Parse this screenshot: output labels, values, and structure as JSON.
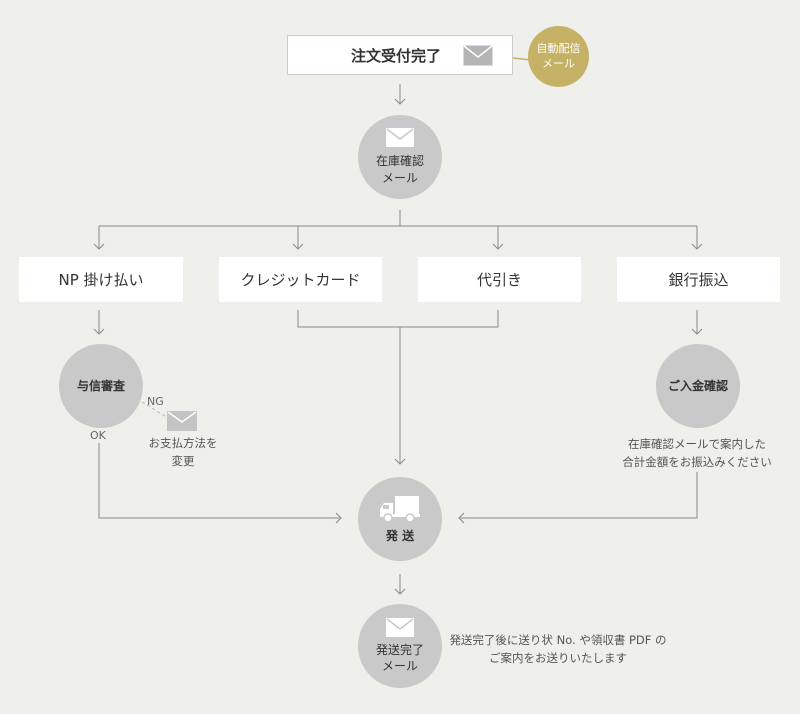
{
  "nodes": {
    "order_complete": "注文受付完了",
    "auto_mail_1": "自動配信",
    "auto_mail_2": "メール",
    "stock_confirm_1": "在庫確認",
    "stock_confirm_2": "メール",
    "np_payment": "NP 掛け払い",
    "credit_card": "クレジットカード",
    "cash_on_delivery": "代引き",
    "bank_transfer": "銀行振込",
    "credit_review": "与信審査",
    "payment_confirm": "ご入金確認",
    "shipping": "発 送",
    "shipped_1": "発送完了",
    "shipped_2": "メール"
  },
  "labels": {
    "ng": "NG",
    "ok": "OK"
  },
  "notes": {
    "change_method_1": "お支払方法を",
    "change_method_2": "変更",
    "transfer_note_1": "在庫確認メールで案内した",
    "transfer_note_2": "合計金額をお振込みください",
    "shipped_note_1": "発送完了後に送り状 No. や領収書 PDF の",
    "shipped_note_2": "ご案内をお送りいたします"
  },
  "colors": {
    "background": "#efefeb",
    "box": "#ffffff",
    "circle": "#c9c9c9",
    "gold": "#c5b266",
    "line": "#8a8a8a"
  },
  "icons": {
    "mail": "envelope-icon",
    "truck": "truck-icon"
  }
}
